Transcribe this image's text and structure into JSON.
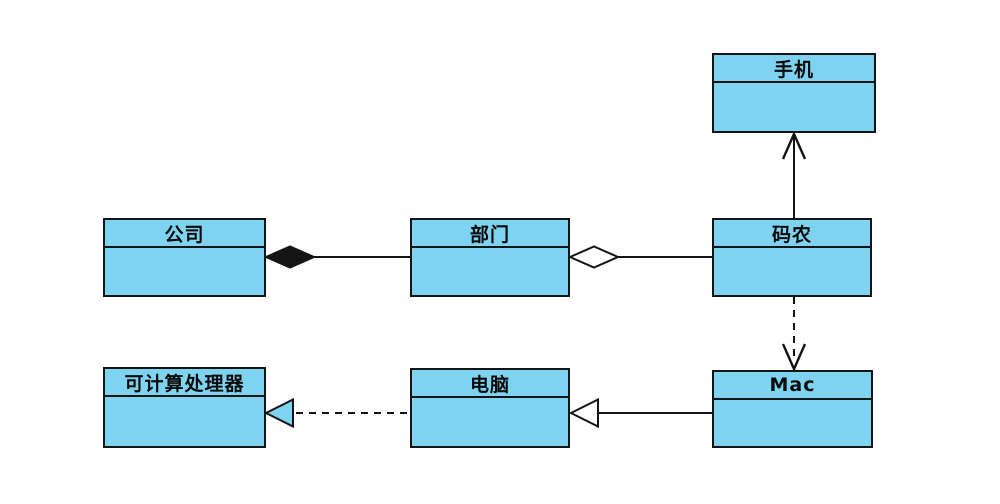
{
  "diagram": {
    "type": "uml-class-diagram",
    "colors": {
      "background": "#ffffff",
      "node_fill": "#7dd3f0",
      "node_border": "#141414",
      "line": "#141414",
      "text": "#0a0a0a",
      "composition_diamond_fill": "#141414",
      "aggregation_diamond_fill": "#ffffff",
      "generalization_triangle_fill": "#ffffff",
      "realization_triangle_fill": "#7dd3f0"
    },
    "nodes": [
      {
        "id": "phone",
        "label": "手机"
      },
      {
        "id": "company",
        "label": "公司"
      },
      {
        "id": "department",
        "label": "部门"
      },
      {
        "id": "coder",
        "label": "码农"
      },
      {
        "id": "processor",
        "label": "可计算处理器"
      },
      {
        "id": "computer",
        "label": "电脑"
      },
      {
        "id": "mac",
        "label": "Mac"
      }
    ],
    "edges": [
      {
        "from": "部门",
        "to": "公司",
        "type": "composition",
        "marker": "filled-diamond-at-target",
        "line_style": "solid"
      },
      {
        "from": "码农",
        "to": "部门",
        "type": "aggregation",
        "marker": "hollow-diamond-at-target",
        "line_style": "solid"
      },
      {
        "from": "码农",
        "to": "手机",
        "type": "association",
        "marker": "open-arrow-at-target",
        "line_style": "solid"
      },
      {
        "from": "码农",
        "to": "Mac",
        "type": "dependency",
        "marker": "open-arrow-at-target",
        "line_style": "dashed"
      },
      {
        "from": "Mac",
        "to": "电脑",
        "type": "generalization",
        "marker": "hollow-triangle-at-target",
        "line_style": "solid"
      },
      {
        "from": "电脑",
        "to": "可计算处理器",
        "type": "realization",
        "marker": "filled-triangle-at-target",
        "line_style": "dashed"
      }
    ]
  }
}
